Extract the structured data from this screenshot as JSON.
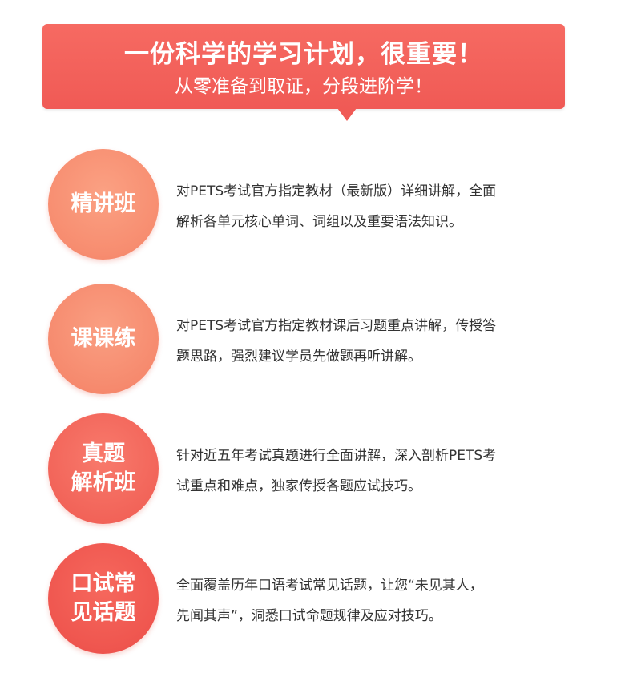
{
  "banner": {
    "title": "一份科学的学习计划，很重要！",
    "subtitle": "从零准备到取证，分段进阶学！"
  },
  "courses": [
    {
      "badge_lines": [
        "精讲班"
      ],
      "desc_lines": [
        "对PETS考试官方指定教材（最新版）详细讲解，全面",
        "解析各单元核心单词、词组以及重要语法知识。"
      ]
    },
    {
      "badge_lines": [
        "课课练"
      ],
      "desc_lines": [
        "对PETS考试官方指定教材课后习题重点讲解，传授答",
        "题思路，强烈建议学员先做题再听讲解。"
      ]
    },
    {
      "badge_lines": [
        "真题",
        "解析班"
      ],
      "desc_lines": [
        "针对近五年考试真题进行全面讲解，深入剖析PETS考",
        "试重点和难点，独家传授各题应试技巧。"
      ]
    },
    {
      "badge_lines": [
        "口试常",
        "见话题"
      ],
      "desc_lines": [
        "全面覆盖历年口语考试常见话题，让您“未见其人，",
        "先闻其声”，洞悉口试命题规律及应对技巧。"
      ]
    }
  ],
  "colors": {
    "banner": "#f05a55",
    "text": "#333333"
  }
}
